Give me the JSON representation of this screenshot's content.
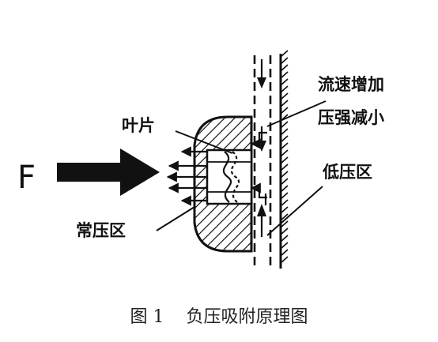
{
  "labels": {
    "force": "F",
    "blade": "叶片",
    "normal_pressure": "常压区",
    "flow_line1": "流速增加",
    "flow_line2": "压强减小",
    "low_pressure": "低压区"
  },
  "caption": "图 1    负压吸附原理图",
  "colors": {
    "ink": "#111111",
    "background": "#ffffff"
  }
}
